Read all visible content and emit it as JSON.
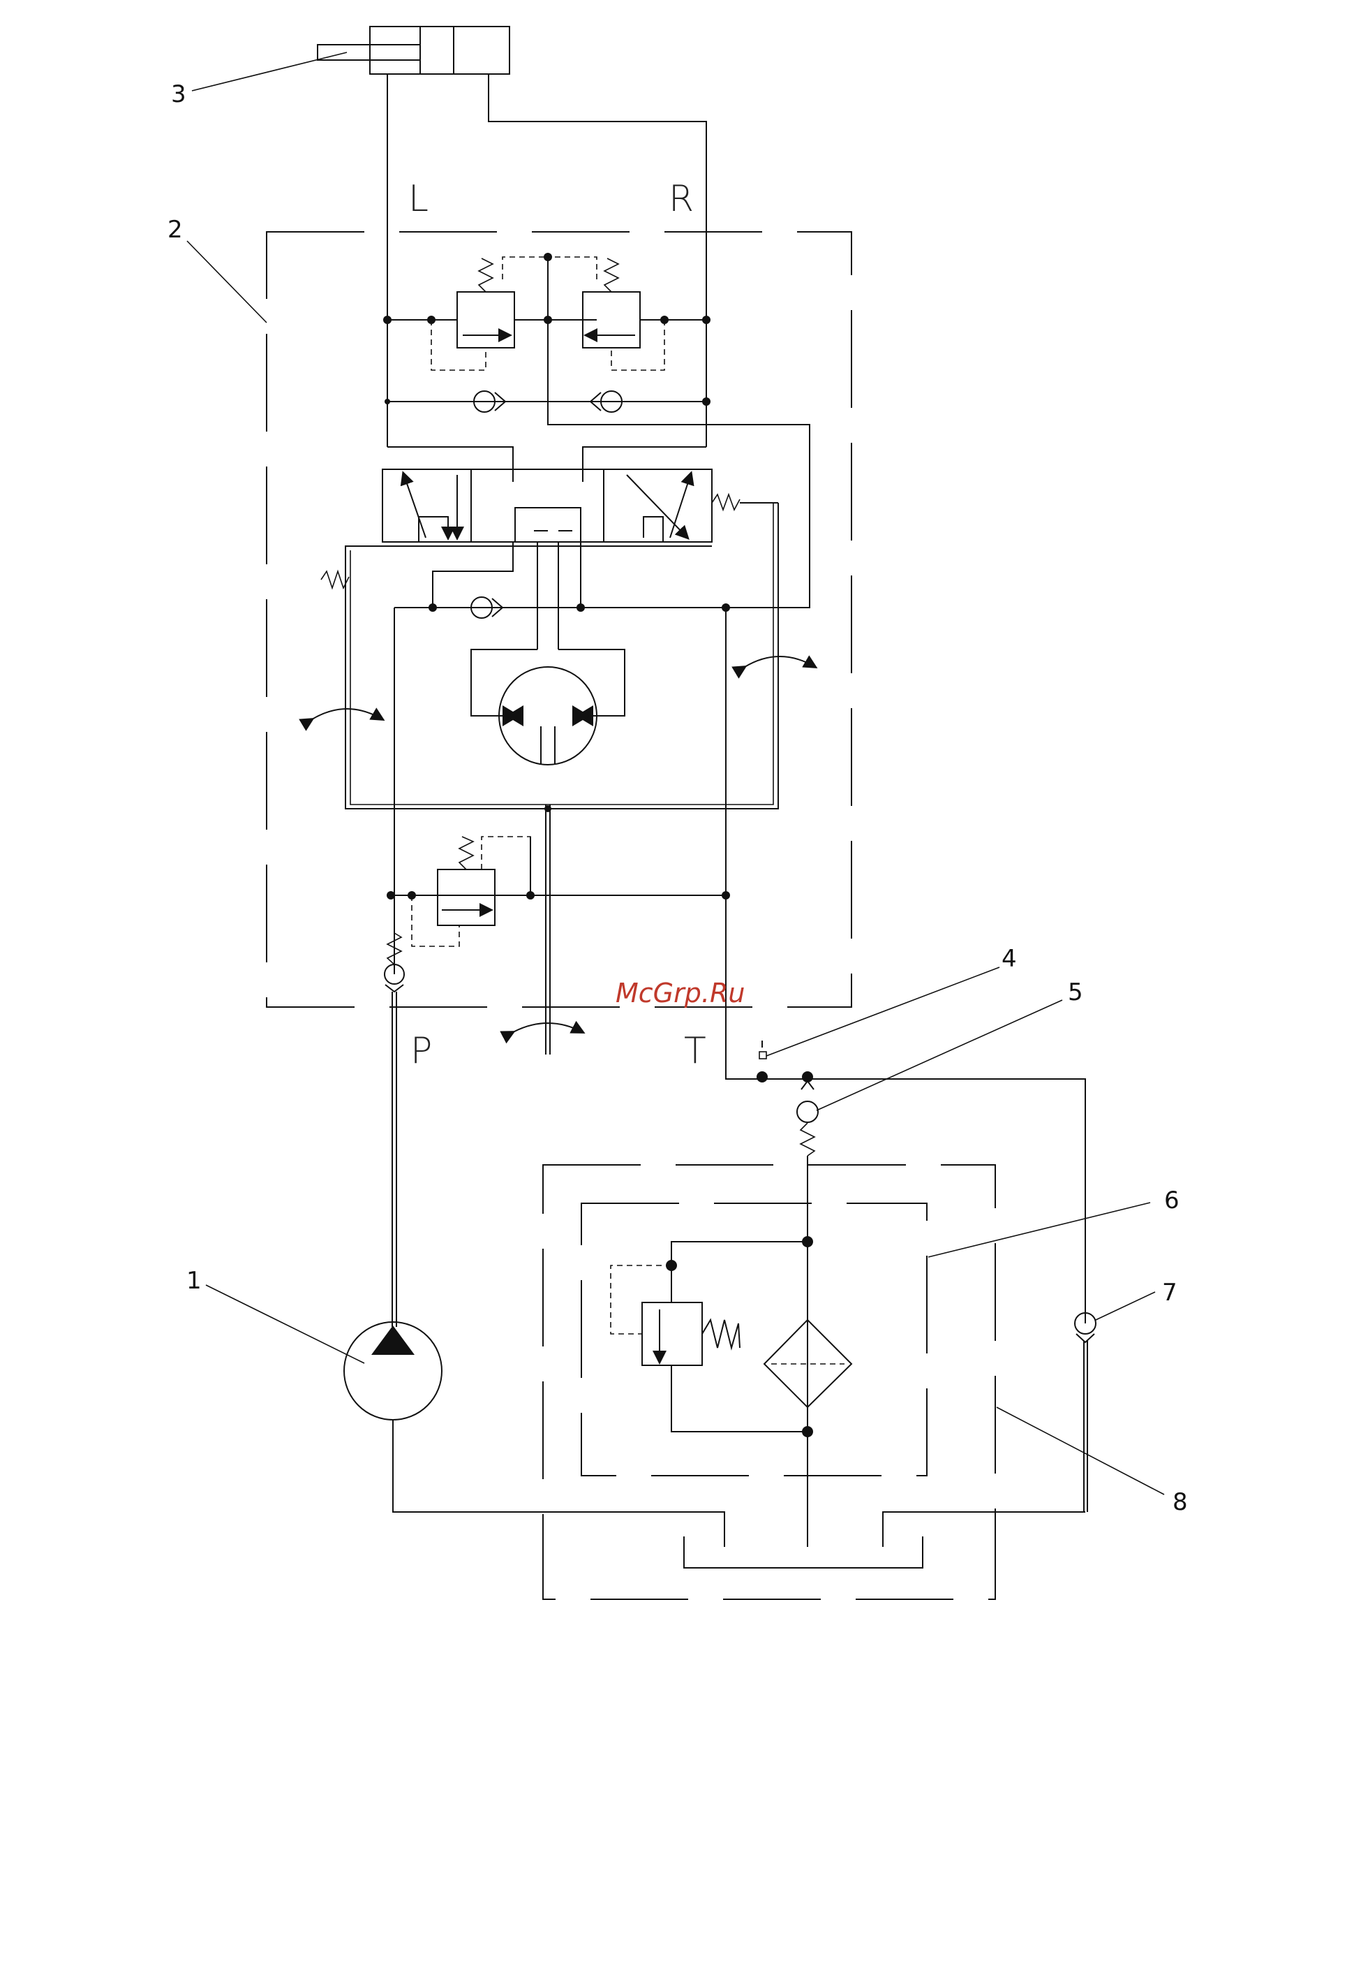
{
  "watermark": "McGrp.Ru",
  "ports": {
    "left": "L",
    "right": "R",
    "pressure": "P",
    "tank": "T"
  },
  "callouts": [
    "1",
    "2",
    "3",
    "4",
    "5",
    "6",
    "7",
    "8"
  ],
  "colors": {
    "line": "#111111",
    "watermark": "#c0392b",
    "background": "#ffffff"
  }
}
